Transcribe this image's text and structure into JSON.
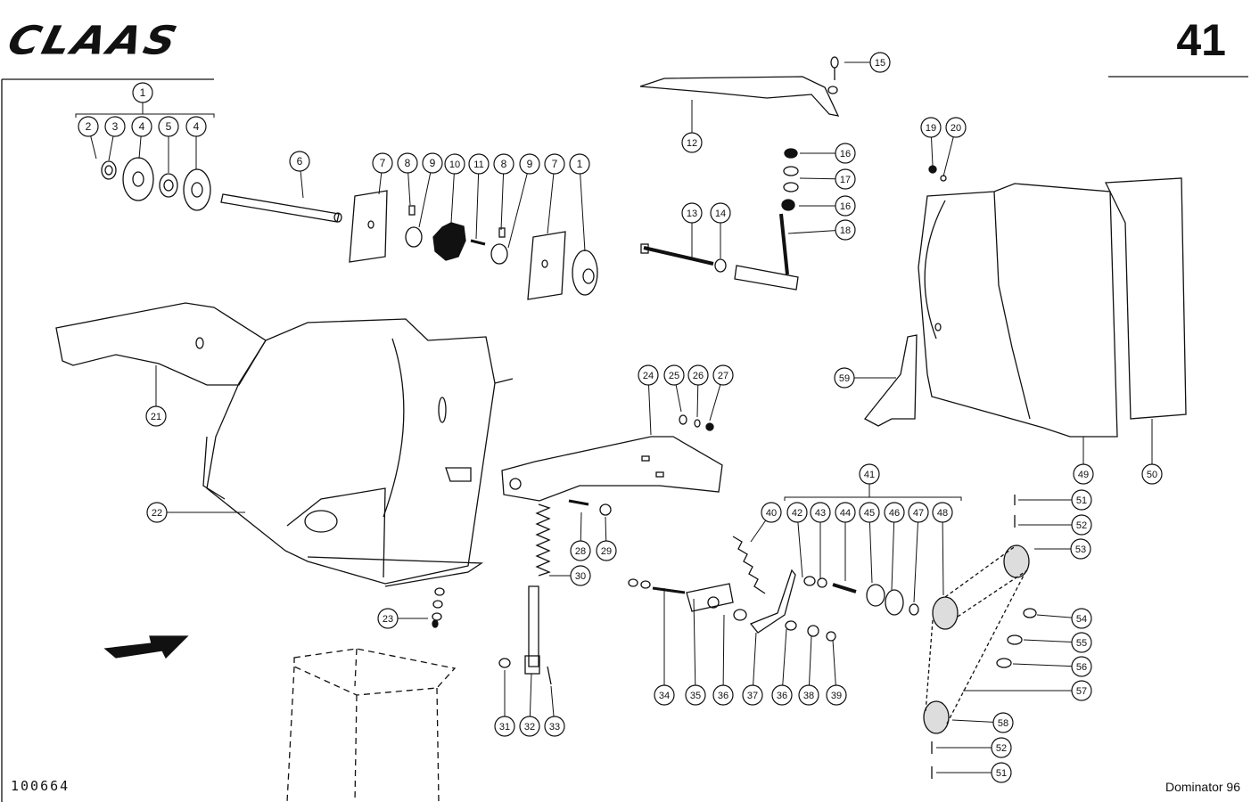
{
  "header": {
    "brand": "CLAAS",
    "page_number": "41"
  },
  "footer": {
    "doc_number": "100664",
    "model": "Dominator 96"
  },
  "callouts": [
    "1",
    "2",
    "3",
    "4",
    "5",
    "4",
    "6",
    "7",
    "8",
    "9",
    "10",
    "11",
    "8",
    "9",
    "7",
    "1",
    "12",
    "13",
    "14",
    "15",
    "16",
    "17",
    "16",
    "18",
    "19",
    "20",
    "21",
    "22",
    "23",
    "24",
    "25",
    "26",
    "27",
    "28",
    "29",
    "30",
    "31",
    "32",
    "33",
    "34",
    "35",
    "36",
    "37",
    "36",
    "38",
    "39",
    "40",
    "41",
    "42",
    "43",
    "44",
    "45",
    "46",
    "47",
    "48",
    "49",
    "50",
    "51",
    "52",
    "53",
    "54",
    "55",
    "56",
    "57",
    "58",
    "52",
    "51",
    "59"
  ]
}
